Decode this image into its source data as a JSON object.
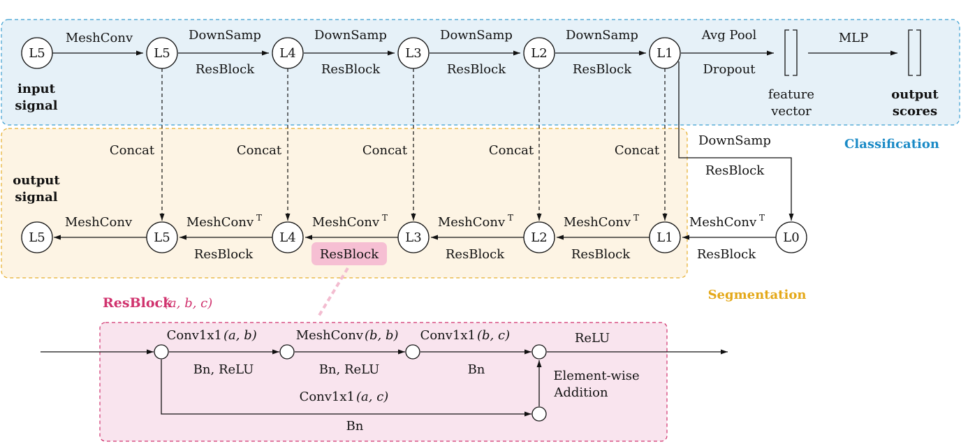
{
  "classification": {
    "label": "Classification",
    "nodes": [
      "L5",
      "L5",
      "L4",
      "L3",
      "L2",
      "L1"
    ],
    "first_edge": "MeshConv",
    "down_top": [
      "DownSamp",
      "DownSamp",
      "DownSamp",
      "DownSamp"
    ],
    "down_bottom": [
      "ResBlock",
      "ResBlock",
      "ResBlock",
      "ResBlock"
    ],
    "input_label": [
      "input",
      "signal"
    ],
    "pool_top": "Avg Pool",
    "pool_bottom": "Dropout",
    "mlp": "MLP",
    "feature_label": [
      "feature",
      "vector"
    ],
    "output_label": [
      "output",
      "scores"
    ]
  },
  "segmentation": {
    "label": "Segmentation",
    "nodes": [
      "L5",
      "L5",
      "L4",
      "L3",
      "L2",
      "L1",
      "L0"
    ],
    "concat": [
      "Concat",
      "Concat",
      "Concat",
      "Concat",
      "Concat"
    ],
    "last_edge": "MeshConv",
    "up_top": [
      "MeshConv",
      "MeshConv",
      "MeshConv",
      "MeshConv",
      "MeshConv"
    ],
    "up_sup": "T",
    "up_bottom": [
      "ResBlock",
      "ResBlock",
      "ResBlock",
      "ResBlock",
      "ResBlock"
    ],
    "output_label": [
      "output",
      "signal"
    ],
    "down_top": "DownSamp",
    "down_bottom": "ResBlock"
  },
  "resblock": {
    "title": "ResBlock",
    "title_args": "(a, b, c)",
    "conv1_name": "Conv1x1",
    "conv1_args": "(a, b)",
    "conv1_bottom": "Bn, ReLU",
    "mesh_name": "MeshConv",
    "mesh_args": "(b, b)",
    "mesh_bottom": "Bn, ReLU",
    "conv2_name": "Conv1x1",
    "conv2_args": "(b, c)",
    "conv2_bottom": "Bn",
    "relu": "ReLU",
    "add_label": [
      "Element-wise",
      "Addition"
    ],
    "skip_name": "Conv1x1",
    "skip_args": "(a, c)",
    "skip_bottom": "Bn"
  }
}
